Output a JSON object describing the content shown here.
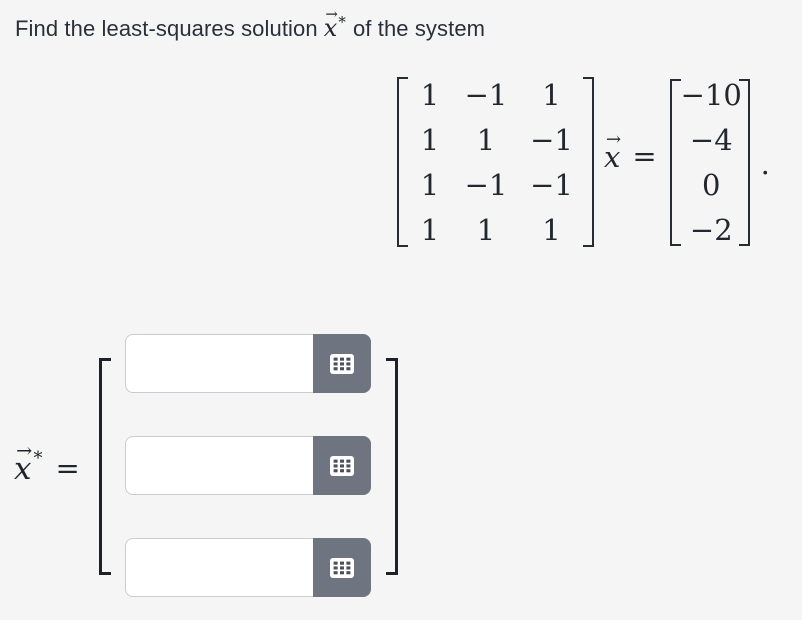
{
  "colors": {
    "background": "#f5f5f6",
    "title_text": "#293039",
    "math_text": "#22262e",
    "bracket": "#1d222a",
    "input_border": "#c9ccd0",
    "input_background": "#ffffff",
    "keypad_button": "#6e7580",
    "keypad_key": "#4a5059"
  },
  "title": {
    "prefix": "Find the least-squares solution",
    "math_symbol": "x",
    "vector_arrow": "→",
    "superscript": "*",
    "suffix": "of the system"
  },
  "equation": {
    "matrix_a": {
      "rows": [
        [
          "1",
          "−1",
          "1"
        ],
        [
          "1",
          "1",
          "−1"
        ],
        [
          "1",
          "−1",
          "−1"
        ],
        [
          "1",
          "1",
          "1"
        ]
      ]
    },
    "x_symbol": "x",
    "vector_arrow": "→",
    "equals": "=",
    "vector_b": {
      "values": [
        "−10",
        "−4",
        "0",
        "−2"
      ]
    },
    "period": "."
  },
  "answer": {
    "x_symbol": "x",
    "vector_arrow": "→",
    "superscript": "*",
    "equals": "=",
    "entries": [
      {
        "value": "",
        "icon": "keypad-icon"
      },
      {
        "value": "",
        "icon": "keypad-icon"
      },
      {
        "value": "",
        "icon": "keypad-icon"
      }
    ]
  }
}
